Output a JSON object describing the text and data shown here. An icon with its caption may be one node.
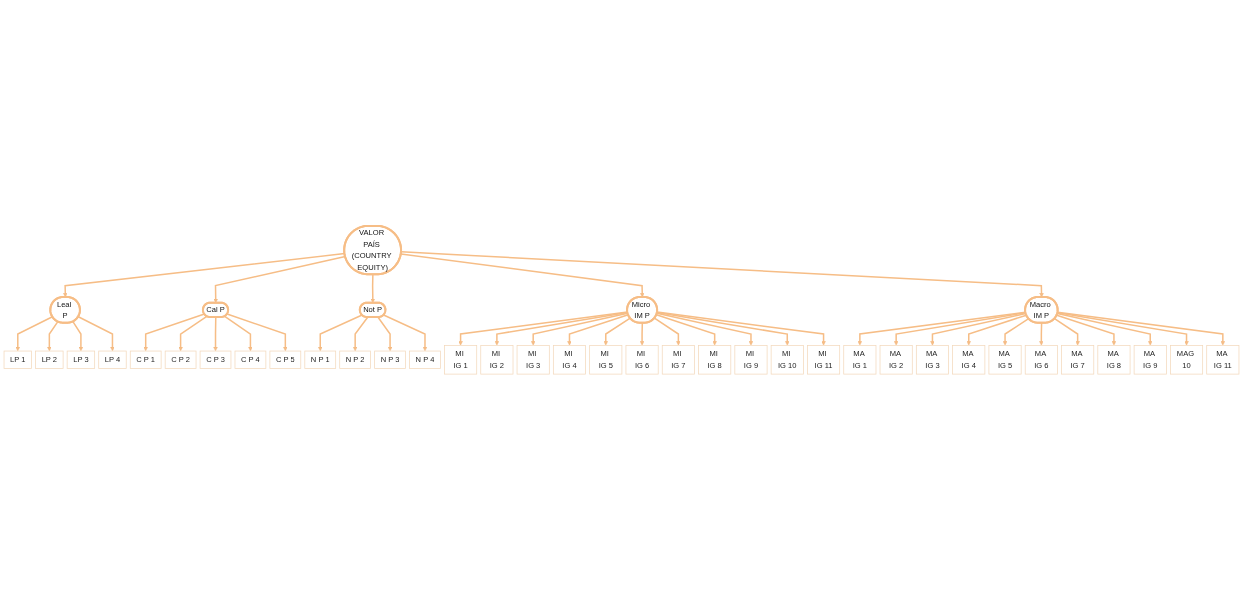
{
  "diagram": {
    "nodes": [
      {
        "text": [
          "VALOR PAÍS (COUNTRY EQUITY)"
        ]
      },
      {
        "text": [
          "Leal P"
        ]
      },
      {
        "text": [
          "LP 1"
        ]
      },
      {
        "text": [
          "LP 2"
        ]
      },
      {
        "text": [
          "LP 3"
        ]
      },
      {
        "text": [
          "LP 4"
        ]
      },
      {
        "text": [
          "Cal P"
        ]
      },
      {
        "text": [
          "C P 1"
        ]
      },
      {
        "text": [
          "C P 2"
        ]
      },
      {
        "text": [
          "C P 3"
        ]
      },
      {
        "text": [
          "C P 4"
        ]
      },
      {
        "text": [
          "C P 5"
        ]
      },
      {
        "text": [
          "Not P"
        ]
      },
      {
        "text": [
          "N P 1"
        ]
      },
      {
        "text": [
          "N P 2"
        ]
      },
      {
        "text": [
          "N P 3"
        ]
      },
      {
        "text": [
          "N P 4"
        ]
      },
      {
        "text": [
          "Micro IM P"
        ]
      },
      {
        "text": [
          "MI IG 1"
        ]
      },
      {
        "text": [
          "MI IG 2"
        ]
      },
      {
        "text": [
          "MI IG 3"
        ]
      },
      {
        "text": [
          "MI IG 4"
        ]
      },
      {
        "text": [
          "MI IG 5"
        ]
      },
      {
        "text": [
          "MI IG 6"
        ]
      },
      {
        "text": [
          "MI IG 7"
        ]
      },
      {
        "text": [
          "MI IG 8"
        ]
      },
      {
        "text": [
          "MI IG 9"
        ]
      },
      {
        "text": [
          "MI IG 10"
        ]
      },
      {
        "text": [
          "MI IG 11"
        ]
      },
      {
        "text": [
          "Macro IM P"
        ]
      },
      {
        "text": [
          "MA IG 1"
        ]
      },
      {
        "text": [
          "MA IG 2"
        ]
      },
      {
        "text": [
          "MA IG 3"
        ]
      },
      {
        "text": [
          "MA IG 4"
        ]
      },
      {
        "text": [
          "MA IG 5"
        ]
      },
      {
        "text": [
          "MA IG 6"
        ]
      },
      {
        "text": [
          "MA IG 7"
        ]
      },
      {
        "text": [
          "MA IG 8"
        ]
      },
      {
        "text": [
          "MA IG 9"
        ]
      },
      {
        "text": [
          "MAG 10"
        ]
      },
      {
        "text": [
          "MA IG 11"
        ]
      }
    ],
    "edges": [
      {
        "from": 0,
        "to": 1,
        "arrow": "to"
      },
      {
        "from": 0,
        "to": 6,
        "arrow": "to"
      },
      {
        "from": 0,
        "to": 12,
        "arrow": "to"
      },
      {
        "from": 0,
        "to": 17,
        "arrow": "to"
      },
      {
        "from": 0,
        "to": 29,
        "arrow": "to"
      },
      {
        "from": 1,
        "to": 2,
        "arrow": "to"
      },
      {
        "from": 1,
        "to": 3,
        "arrow": "to"
      },
      {
        "from": 1,
        "to": 4,
        "arrow": "to"
      },
      {
        "from": 1,
        "to": 5,
        "arrow": "to"
      },
      {
        "from": 6,
        "to": 7,
        "arrow": "to"
      },
      {
        "from": 6,
        "to": 8,
        "arrow": "to"
      },
      {
        "from": 6,
        "to": 9,
        "arrow": "to"
      },
      {
        "from": 6,
        "to": 10,
        "arrow": "to"
      },
      {
        "from": 6,
        "to": 11,
        "arrow": "to"
      },
      {
        "from": 12,
        "to": 13,
        "arrow": "to"
      },
      {
        "from": 12,
        "to": 14,
        "arrow": "to"
      },
      {
        "from": 12,
        "to": 15,
        "arrow": "to"
      },
      {
        "from": 12,
        "to": 16,
        "arrow": "to"
      },
      {
        "from": 17,
        "to": 18,
        "arrow": "to"
      },
      {
        "from": 17,
        "to": 19,
        "arrow": "to"
      },
      {
        "from": 17,
        "to": 20,
        "arrow": "to"
      },
      {
        "from": 17,
        "to": 21,
        "arrow": "to"
      },
      {
        "from": 17,
        "to": 22,
        "arrow": "to"
      },
      {
        "from": 17,
        "to": 23,
        "arrow": "to"
      },
      {
        "from": 17,
        "to": 24,
        "arrow": "to"
      },
      {
        "from": 17,
        "to": 25,
        "arrow": "to"
      },
      {
        "from": 17,
        "to": 26,
        "arrow": "to"
      },
      {
        "from": 17,
        "to": 27,
        "arrow": "to"
      },
      {
        "from": 17,
        "to": 28,
        "arrow": "to"
      },
      {
        "from": 29,
        "to": 30,
        "arrow": "to"
      },
      {
        "from": 29,
        "to": 31,
        "arrow": "to"
      },
      {
        "from": 29,
        "to": 32,
        "arrow": "to"
      },
      {
        "from": 29,
        "to": 33,
        "arrow": "to"
      },
      {
        "from": 29,
        "to": 34,
        "arrow": "to"
      },
      {
        "from": 29,
        "to": 35,
        "arrow": "to"
      },
      {
        "from": 29,
        "to": 36,
        "arrow": "to"
      },
      {
        "from": 29,
        "to": 37,
        "arrow": "to"
      },
      {
        "from": 29,
        "to": 38,
        "arrow": "to"
      },
      {
        "from": 29,
        "to": 39,
        "arrow": "to"
      },
      {
        "from": 29,
        "to": 40,
        "arrow": "to"
      }
    ]
  }
}
